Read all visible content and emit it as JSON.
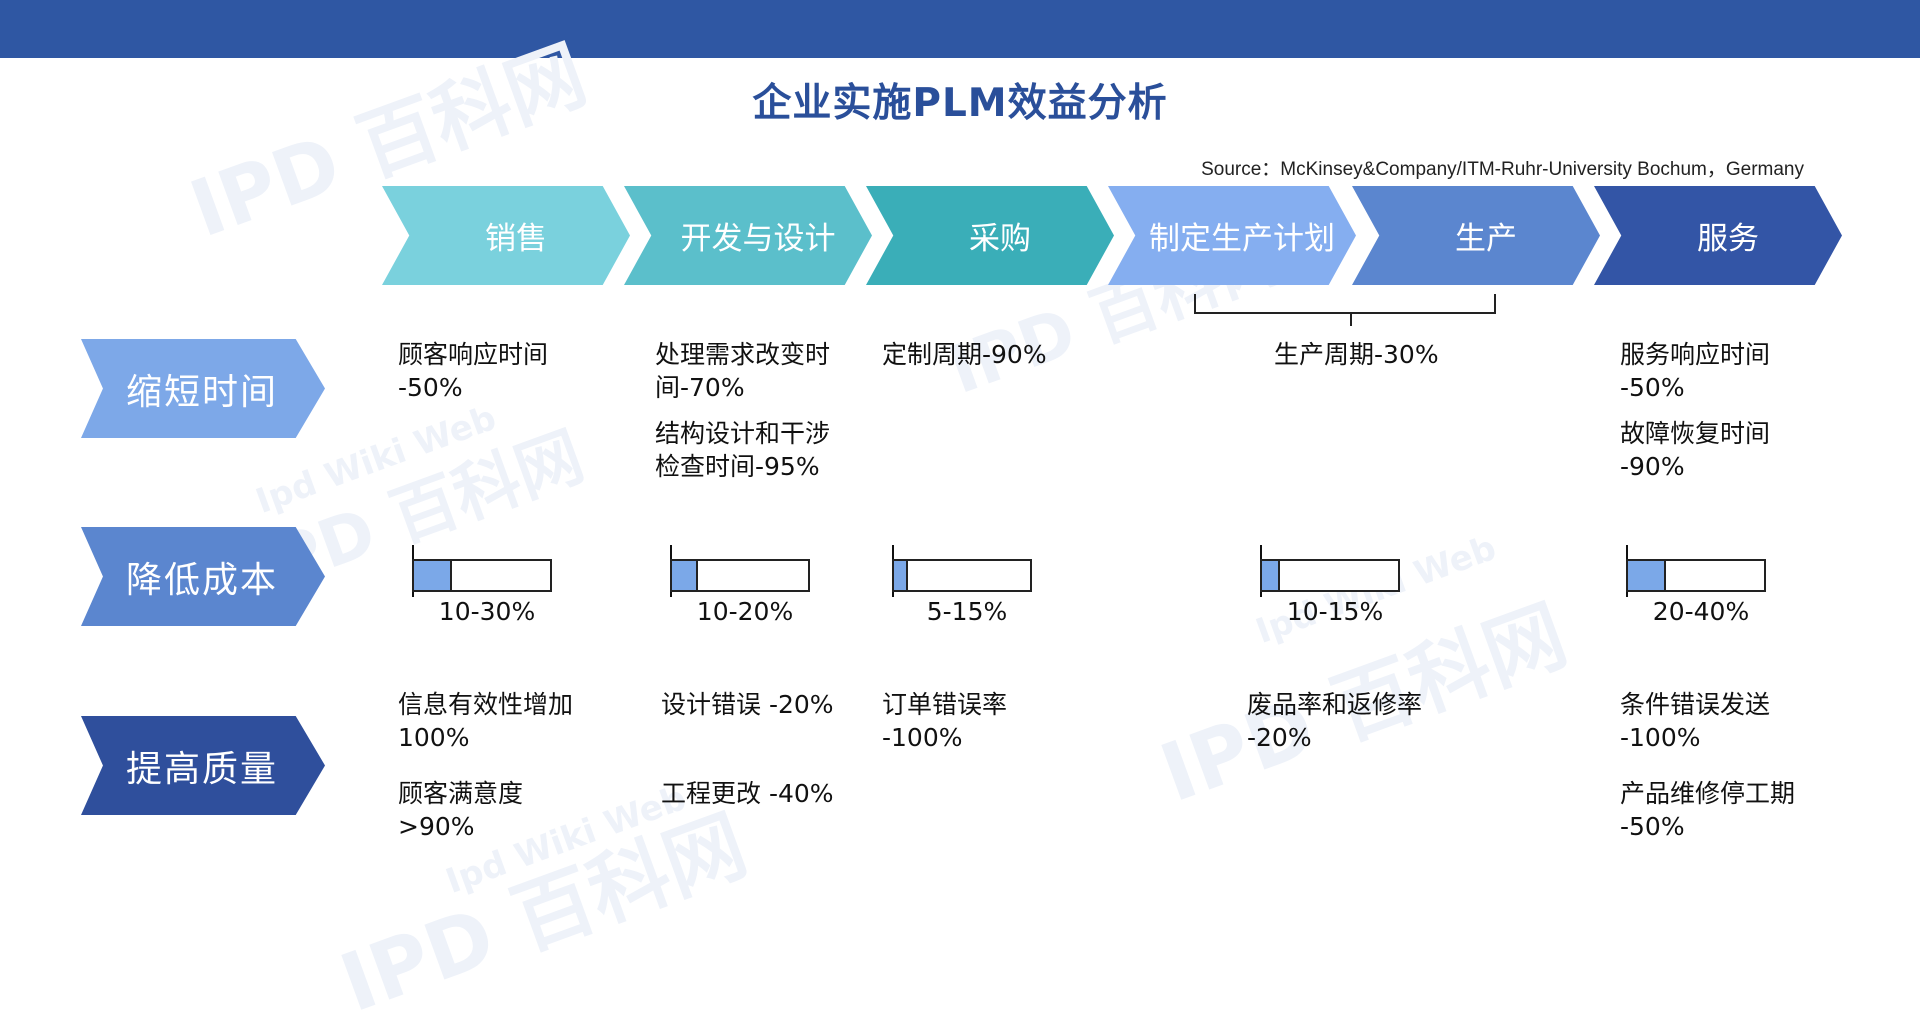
{
  "title": "企业实施PLM效益分析",
  "source": "Source：McKinsey&Company/ITM-Ruhr-University Bochum，Germany",
  "watermark": {
    "text_cn": "IPD 百科网",
    "text_en": "Ipd Wiki Web"
  },
  "stages": [
    {
      "label": "销售",
      "color": "#7ad1dd"
    },
    {
      "label": "开发与设计",
      "color": "#5bbfcb"
    },
    {
      "label": "采购",
      "color": "#3aaeb8"
    },
    {
      "label": "制定生产计划",
      "color": "#85aef0"
    },
    {
      "label": "生产",
      "color": "#5b86cf"
    },
    {
      "label": "服务",
      "color": "#3355a6"
    }
  ],
  "categories": [
    {
      "label": "缩短时间",
      "color": "#7da8e8"
    },
    {
      "label": "降低成本",
      "color": "#5b86cf"
    },
    {
      "label": "提高质量",
      "color": "#2f4f9c"
    }
  ],
  "time": {
    "sales": [
      "顾客响应时间",
      "-50%"
    ],
    "dev1": [
      "处理需求改变时",
      "间-70%"
    ],
    "dev2": [
      "结构设计和干涉",
      "检查时间-95%"
    ],
    "purchase": "定制周期-90%",
    "production": "生产周期-30%",
    "service1": [
      "服务响应时间",
      "-50%"
    ],
    "service2": [
      "故障恢复时间",
      "-90%"
    ]
  },
  "cost": [
    {
      "label": "10-30%",
      "fill": 0.28
    },
    {
      "label": "10-20%",
      "fill": 0.19
    },
    {
      "label": "5-15%",
      "fill": 0.1
    },
    {
      "label": "10-15%",
      "fill": 0.13
    },
    {
      "label": "20-40%",
      "fill": 0.28
    }
  ],
  "quality": {
    "sales1": [
      "信息有效性增加",
      "100%"
    ],
    "sales2": [
      "顾客满意度",
      ">90%"
    ],
    "dev1": "设计错误 -20%",
    "dev2": "工程更改 -40%",
    "purchase": [
      "订单错误率",
      "-100%"
    ],
    "production": [
      "废品率和返修率",
      "-20%"
    ],
    "service1": [
      "条件错误发送",
      "-100%"
    ],
    "service2": [
      "产品维修停工期",
      "-50%"
    ]
  }
}
